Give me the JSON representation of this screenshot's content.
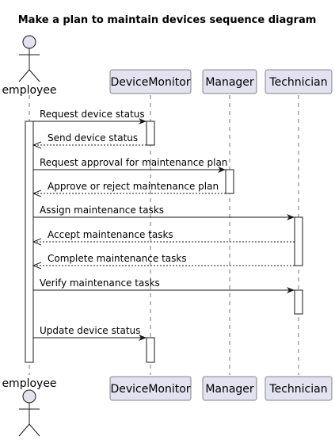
{
  "diagram": {
    "title": "Make a plan to maintain devices sequence diagram",
    "colors": {
      "participant_fill": "#E2E2F0",
      "participant_border": "#181818",
      "lifeline": "#181818",
      "activation_fill": "#FFFFFF",
      "line": "#181818"
    },
    "participants": [
      {
        "id": "employee",
        "label": "employee",
        "kind": "actor",
        "icon": "stick-figure-icon"
      },
      {
        "id": "devicemonitor",
        "label": "DeviceMonitor",
        "kind": "participant"
      },
      {
        "id": "manager",
        "label": "Manager",
        "kind": "participant"
      },
      {
        "id": "technician",
        "label": "Technician",
        "kind": "participant"
      }
    ],
    "messages": [
      {
        "from": "employee",
        "to": "devicemonitor",
        "label": "Request device status",
        "style": "solid"
      },
      {
        "from": "devicemonitor",
        "to": "employee",
        "label": "Send device status",
        "style": "dashed"
      },
      {
        "from": "employee",
        "to": "manager",
        "label": "Request approval for maintenance plan",
        "style": "solid"
      },
      {
        "from": "manager",
        "to": "employee",
        "label": "Approve or reject maintenance plan",
        "style": "dashed"
      },
      {
        "from": "employee",
        "to": "technician",
        "label": "Assign maintenance tasks",
        "style": "solid"
      },
      {
        "from": "technician",
        "to": "employee",
        "label": "Accept maintenance tasks",
        "style": "dashed"
      },
      {
        "from": "technician",
        "to": "employee",
        "label": "Complete maintenance tasks",
        "style": "dashed"
      },
      {
        "from": "employee",
        "to": "technician",
        "label": "Verify maintenance tasks",
        "style": "solid"
      },
      {
        "from": "employee",
        "to": "devicemonitor",
        "label": "Update device status",
        "style": "solid"
      }
    ]
  }
}
